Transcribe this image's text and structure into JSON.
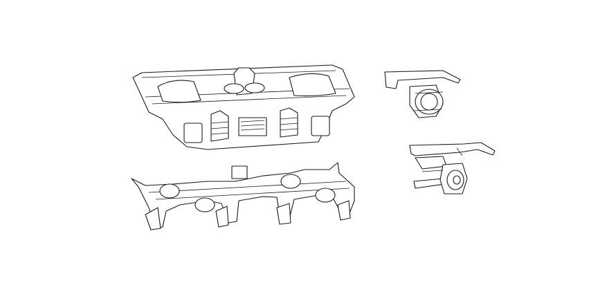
{
  "drawing": {
    "background": "#ffffff",
    "stroke_color": "#1a1a1a",
    "parts": [
      "bogie-frame",
      "side-frame",
      "coupler-top",
      "coupler-bottom"
    ]
  }
}
